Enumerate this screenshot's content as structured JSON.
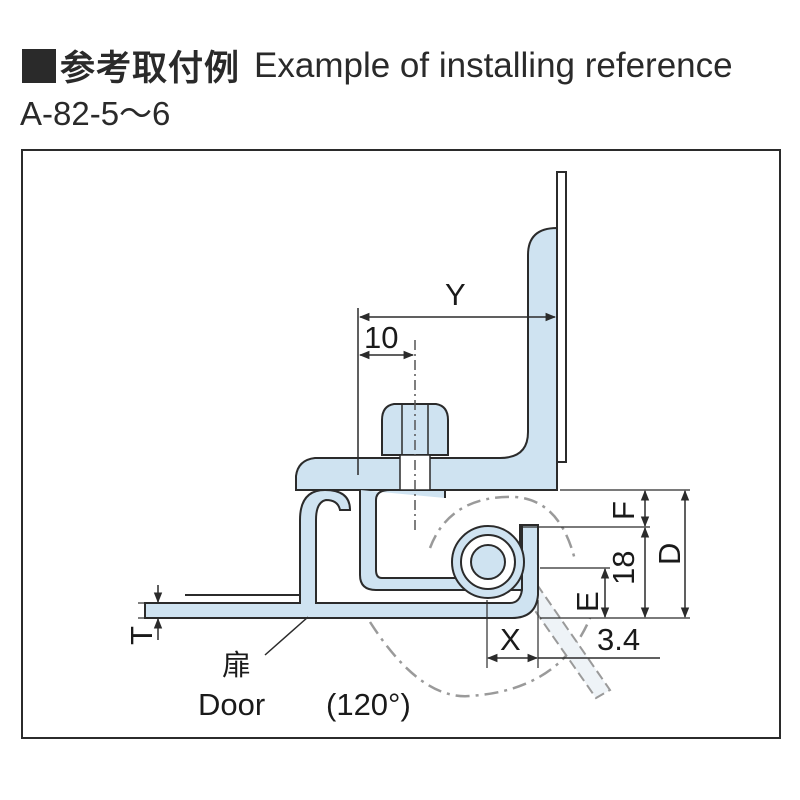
{
  "header": {
    "title_jp": "参考取付例",
    "title_en": "Example of installing reference",
    "model": "A-82-5～6"
  },
  "dimensions": {
    "y": "Y",
    "ten": "10",
    "f": "F",
    "d": "D",
    "eighteen": "18",
    "e": "E",
    "x": "X",
    "three_four": "3.4",
    "t": "T"
  },
  "labels": {
    "door_jp": "扉",
    "door_en": "Door",
    "angle": "(120°)"
  },
  "colors": {
    "part_fill": "#cfe3f1",
    "outline": "#2b2b2b",
    "frame": "#2b2b2b",
    "dash": "#8a8a8a"
  }
}
